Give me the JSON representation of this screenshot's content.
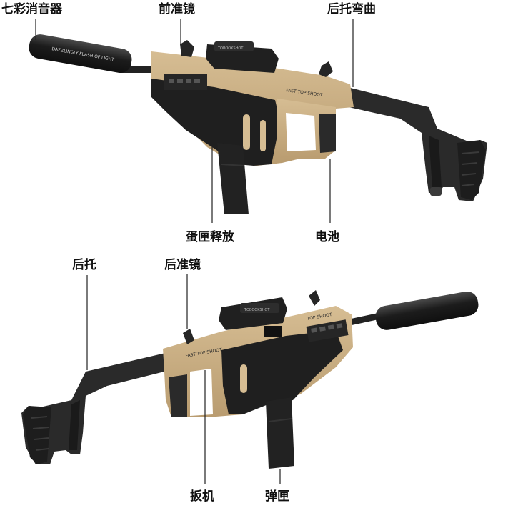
{
  "labels": {
    "silencer": "七彩消音器",
    "front_sight": "前准镜",
    "stock_bend": "后托弯曲",
    "egg_magazine_release": "蛋匣释放",
    "battery": "电池",
    "stock": "后托",
    "rear_sight": "后准镜",
    "trigger": "扳机",
    "magazine": "弹匣"
  },
  "printed": {
    "silencer_text": "DAZZLINGLY FLASH OF LIGHT",
    "body_text": "FAST TOP SHOOT",
    "body_text_2": "FAST TOP SHOOT",
    "optic_text": "TOBOOKSHOT",
    "optic_text_2": "TOBOOKSHOT",
    "rail_text": "TOP SHOOT"
  },
  "colors": {
    "tan": "#c9ae84",
    "tan_shadow": "#a88d63",
    "black": "#1e1e1e",
    "dark": "#2c2c2c",
    "mid": "#3d3d3d",
    "line": "#222222"
  }
}
